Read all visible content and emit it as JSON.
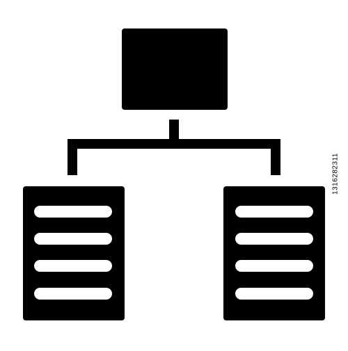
{
  "icon": {
    "name": "hierarchy-icon",
    "color": "#000000",
    "line_color": "#ffffff",
    "left_document_lines": 4,
    "right_document_lines": 4
  },
  "side_text": {
    "id": "1316282311",
    "color": "#000000"
  }
}
